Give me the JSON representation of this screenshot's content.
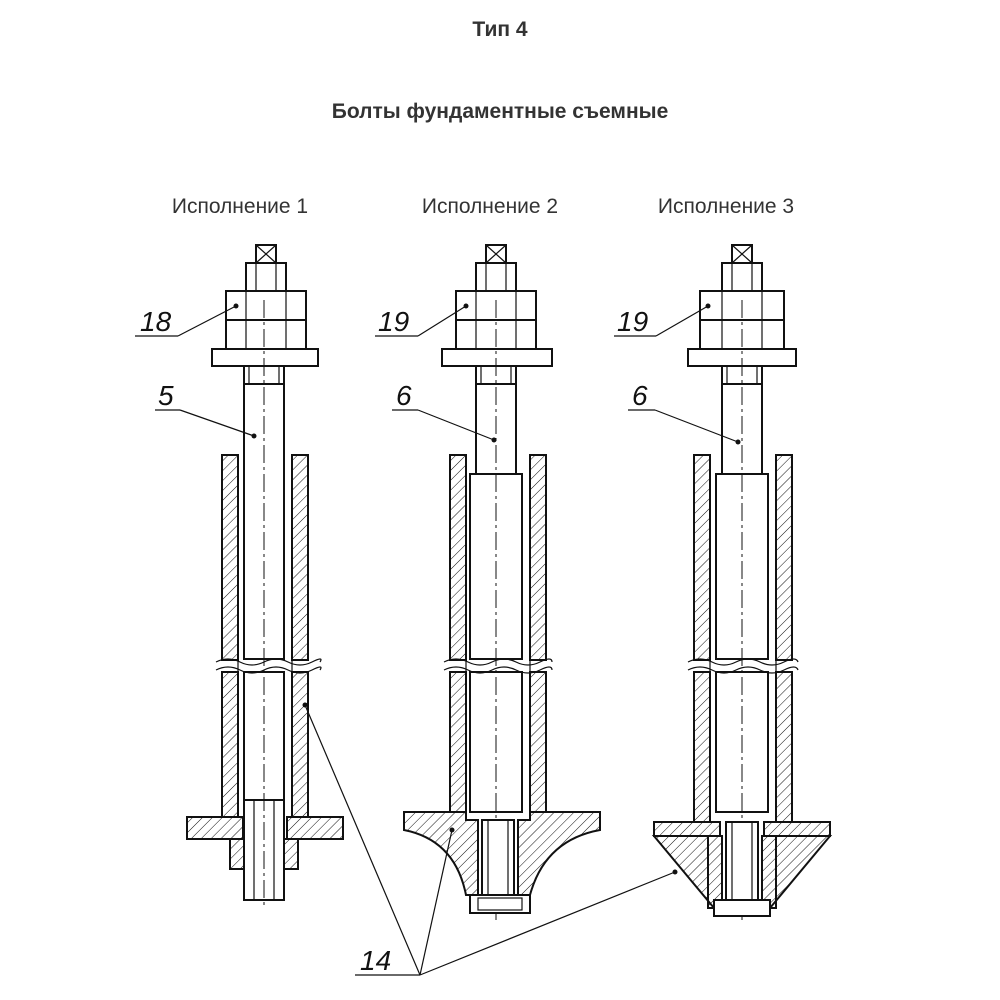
{
  "header": {
    "type_label": "Тип 4",
    "title": "Болты фундаментные съемные"
  },
  "variants": [
    {
      "label": "Исполнение 1",
      "callout_top": "18",
      "callout_rod": "5"
    },
    {
      "label": "Исполнение 2",
      "callout_top": "19",
      "callout_rod": "6"
    },
    {
      "label": "Исполнение 3",
      "callout_top": "19",
      "callout_rod": "6"
    }
  ],
  "callout_bottom": "14"
}
